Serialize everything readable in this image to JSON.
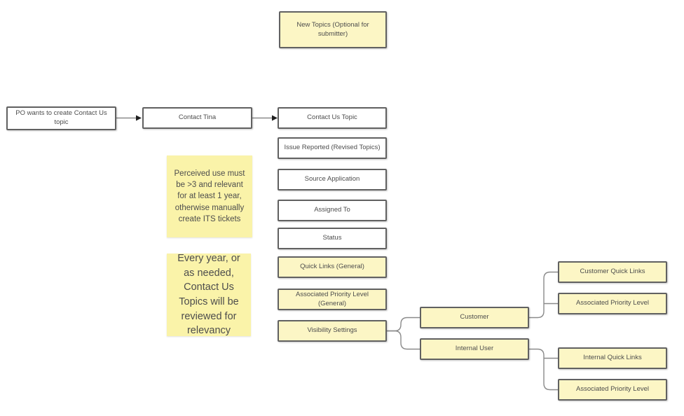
{
  "colors": {
    "bg": "#ffffff",
    "box_border": "#616161",
    "box_fill_white": "#ffffff",
    "box_fill_yellow": "#fcf6c5",
    "sticky_fill": "#faf3a9",
    "connector": "#8a8a8a",
    "arrowhead": "#1f1f1f",
    "text": "#4d4d4d"
  },
  "nodes": {
    "new_topics": {
      "label": "New Topics (Optional for submitter)"
    },
    "po": {
      "label": "PO wants to create Contact Us topic"
    },
    "contact_tina": {
      "label": "Contact Tina"
    },
    "contact_us_topic": {
      "label": "Contact Us Topic"
    },
    "issue_reported": {
      "label": "Issue Reported (Revised Topics)"
    },
    "source_application": {
      "label": "Source Application"
    },
    "assigned_to": {
      "label": "Assigned To"
    },
    "status": {
      "label": "Status"
    },
    "quick_links_general": {
      "label": "Quick Links (General)"
    },
    "associated_priority_general": {
      "label": "Associated Priority Level (General)"
    },
    "visibility_settings": {
      "label": "Visibility Settings"
    },
    "customer": {
      "label": "Customer"
    },
    "internal_user": {
      "label": "Internal User"
    },
    "customer_quick_links": {
      "label": "Customer Quick Links"
    },
    "customer_priority": {
      "label": "Associated Priority Level"
    },
    "internal_quick_links": {
      "label": "Internal Quick Links"
    },
    "internal_priority": {
      "label": "Associated Priority Level"
    }
  },
  "notes": {
    "perceived_use": {
      "text": "Perceived use must be >3 and relevant for at least 1 year, otherwise manually create ITS tickets"
    },
    "every_year": {
      "text": "Every year, or as needed, Contact Us Topics will be reviewed for relevancy"
    }
  }
}
